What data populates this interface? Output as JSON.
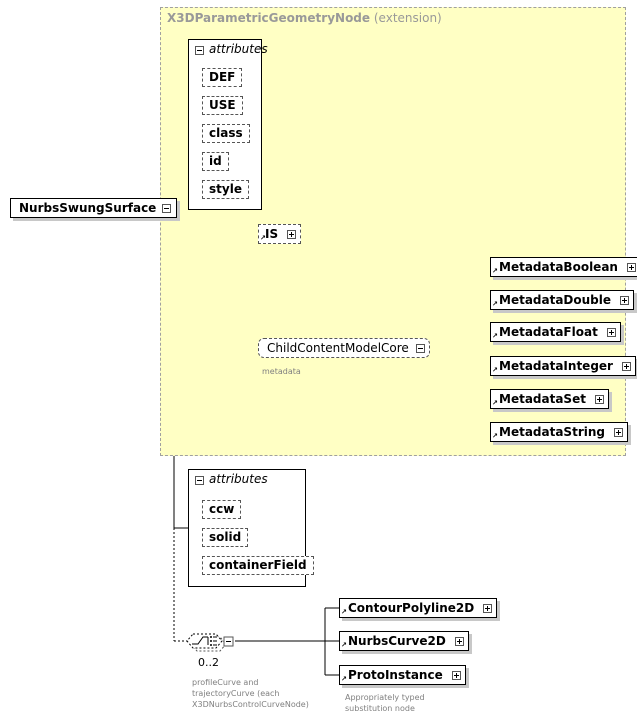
{
  "extension": {
    "name": "X3DParametricGeometryNode",
    "suffix": "(extension)"
  },
  "root": {
    "label": "NurbsSwungSurface"
  },
  "attributes_groups": [
    {
      "header": "attributes",
      "items": [
        "DEF",
        "USE",
        "class",
        "id",
        "style"
      ]
    },
    {
      "header": "attributes",
      "items": [
        "ccw",
        "solid",
        "containerField"
      ]
    }
  ],
  "choice_a": {
    "is_label": "IS",
    "core_label": "ChildContentModelCore",
    "core_note": "metadata",
    "metadata_elements": [
      "MetadataBoolean",
      "MetadataDouble",
      "MetadataFloat",
      "MetadataInteger",
      "MetadataSet",
      "MetadataString"
    ]
  },
  "choice_b": {
    "multiplicity": "0..2",
    "note": [
      "profileCurve and",
      "trajectoryCurve (each",
      "X3DNurbsControlCurveNode)"
    ],
    "elements": [
      "ContourPolyline2D",
      "NurbsCurve2D",
      "ProtoInstance"
    ],
    "elements_note": [
      "Appropriately typed",
      "substitution node"
    ]
  },
  "colors": {
    "extension_bg": "#ffffc4",
    "extension_border": "#a0a0a0",
    "note_text": "#808080"
  }
}
